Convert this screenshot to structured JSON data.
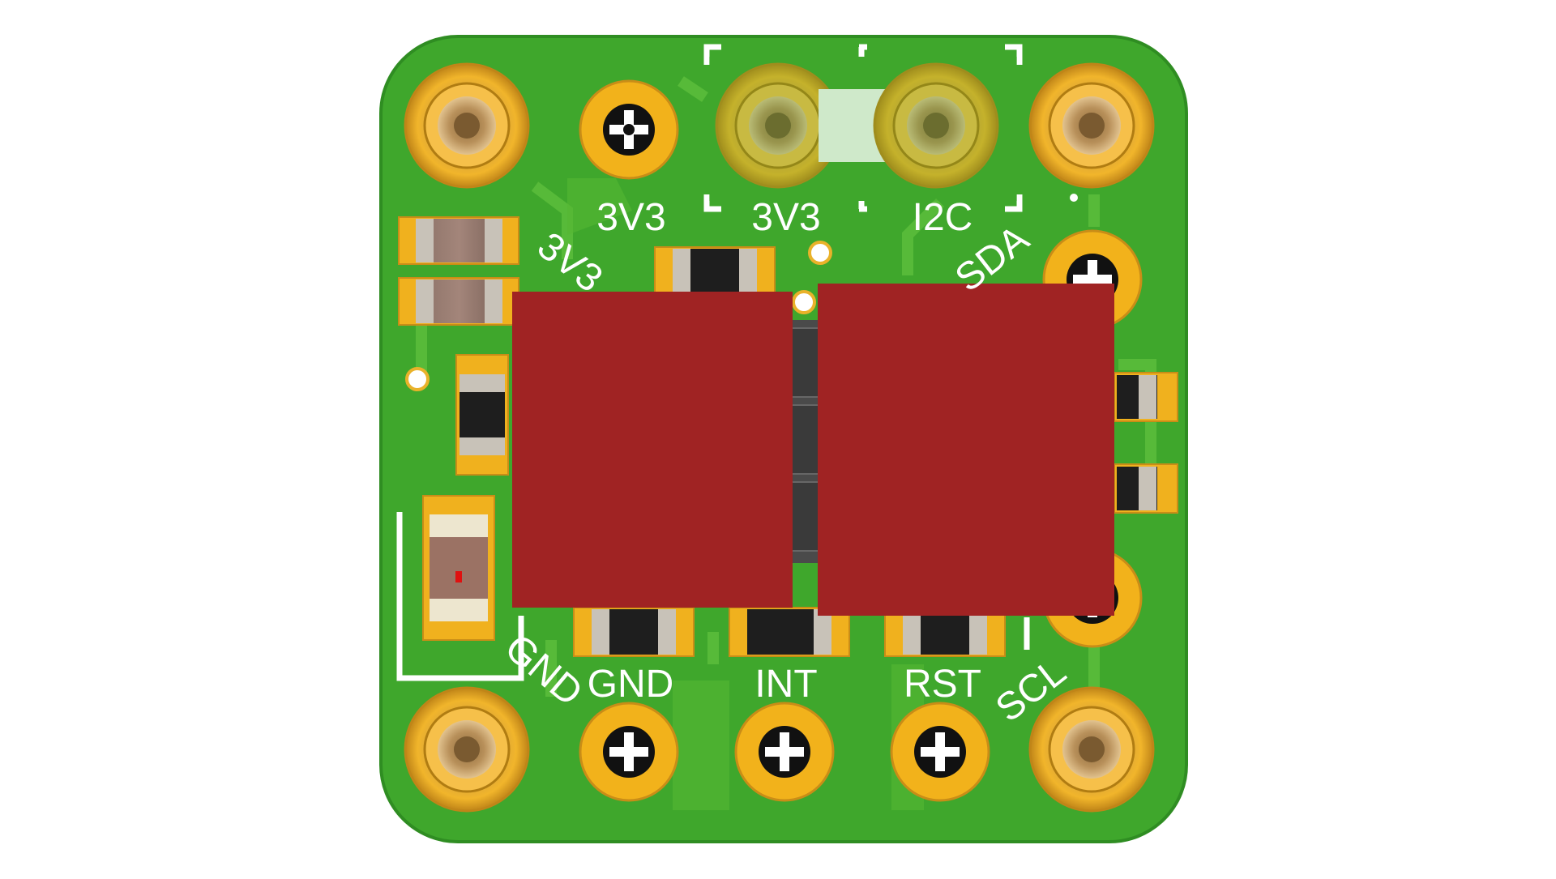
{
  "silkscreen": {
    "top_3v3_left": "3V3",
    "top_3v3_jumper": "3V3",
    "top_i2c": "I2C",
    "diag_3v3": "3V3",
    "diag_sda": "SDA",
    "bottom_gnd": "GND",
    "bottom_int": "INT",
    "bottom_rst": "RST",
    "diag_scl": "SCL",
    "diag_gnd": "GND"
  },
  "colors": {
    "board": "#3fa72c",
    "board_edge": "#2f8d22",
    "gold": "#f0b52a",
    "gold_dark": "#c98d17",
    "module": "#a02323",
    "silk": "#ffffff"
  },
  "icons": {
    "mounting_hole": "mounting-hole-icon",
    "pin_pad": "pin-pad-icon",
    "led": "led-icon"
  }
}
